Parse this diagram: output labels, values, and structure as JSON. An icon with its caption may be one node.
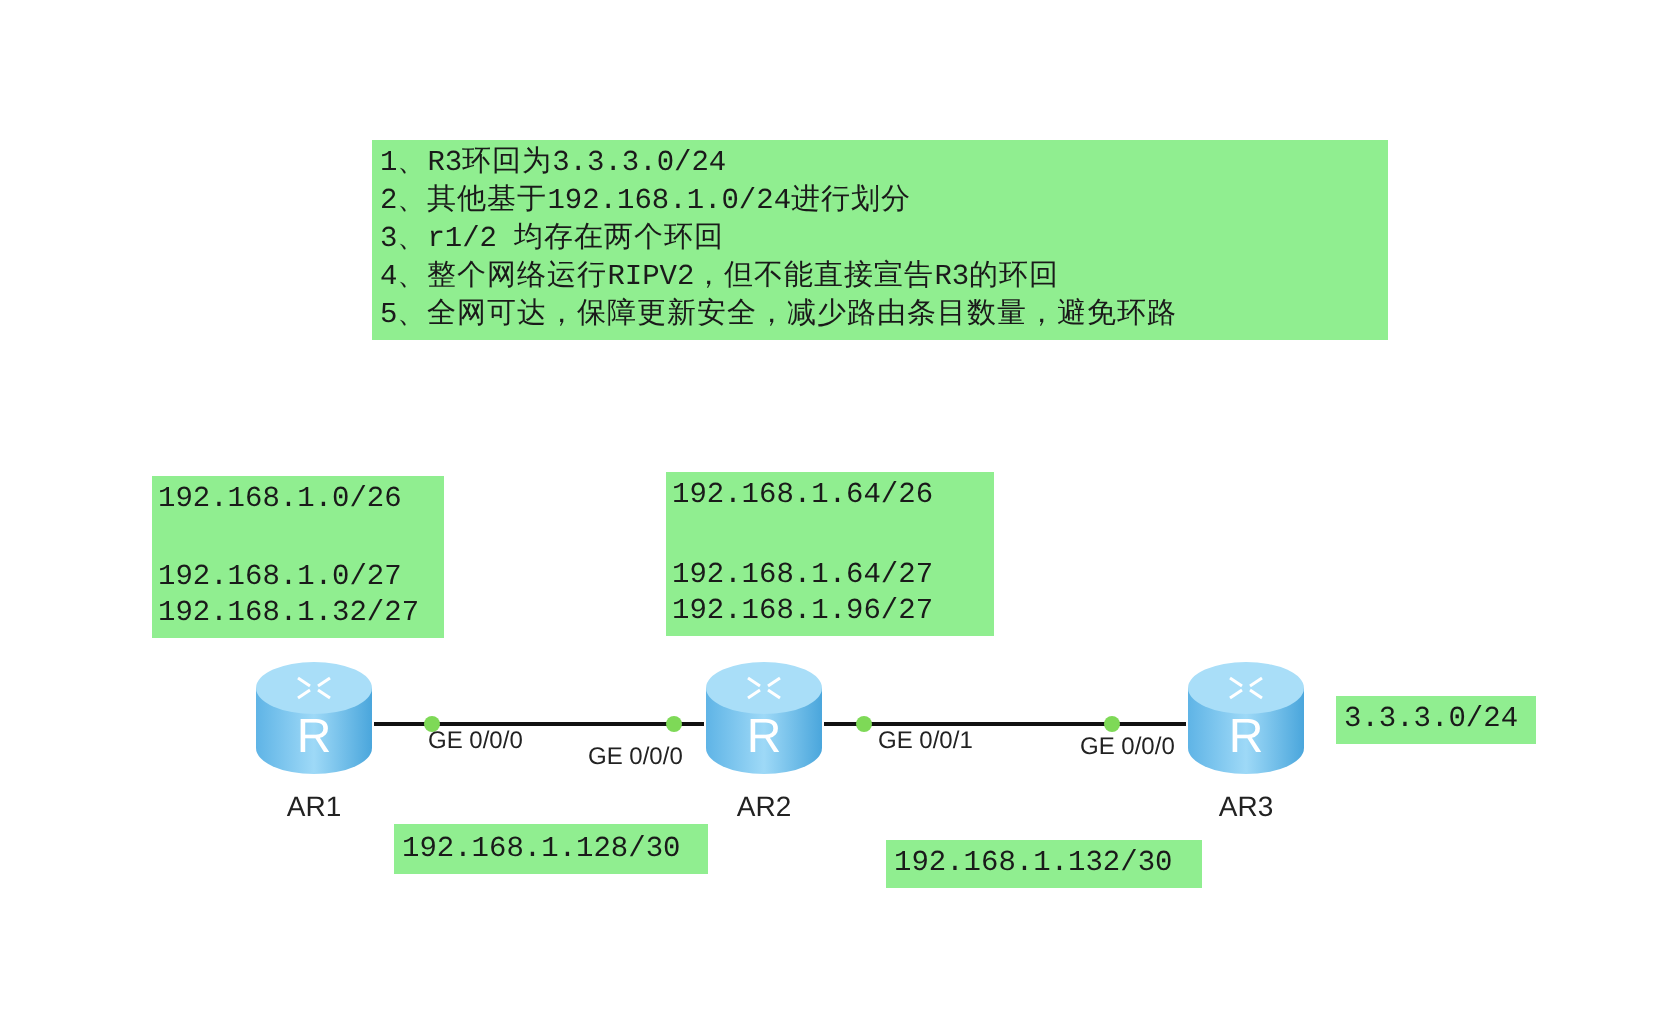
{
  "diagram": {
    "nodes": [
      {
        "text": [
          "1、R3环回为3.3.3.0/24",
          "2、其他基于192.168.1.0/24进行划分",
          "3、r1/2 均存在两个环回",
          "4、整个网络运行RIPV2，但不能直接宣告R3的环回",
          "5、全网可达，保障更新安全，减少路由条目数量，避免环路"
        ]
      },
      {
        "text": [
          "R",
          "AR1"
        ]
      },
      {
        "text": [
          "R",
          "AR2"
        ]
      },
      {
        "text": [
          "R",
          "AR3"
        ]
      },
      {
        "text": [
          "192.168.1.0/26",
          "192.168.1.0/27",
          "192.168.1.32/27"
        ]
      },
      {
        "text": [
          "192.168.1.64/26",
          "192.168.1.64/27",
          "192.168.1.96/27"
        ]
      },
      {
        "text": [
          "192.168.1.128/30"
        ]
      },
      {
        "text": [
          "192.168.1.132/30"
        ]
      },
      {
        "text": [
          "3.3.3.0/24"
        ]
      }
    ],
    "edges": [
      {
        "from": 1,
        "to": 2,
        "arrow": "none"
      },
      {
        "from": 2,
        "to": 3,
        "arrow": "none"
      }
    ],
    "labels": [
      "GE 0/0/0",
      "GE 0/0/0",
      "GE 0/0/1",
      "GE 0/0/0"
    ]
  }
}
